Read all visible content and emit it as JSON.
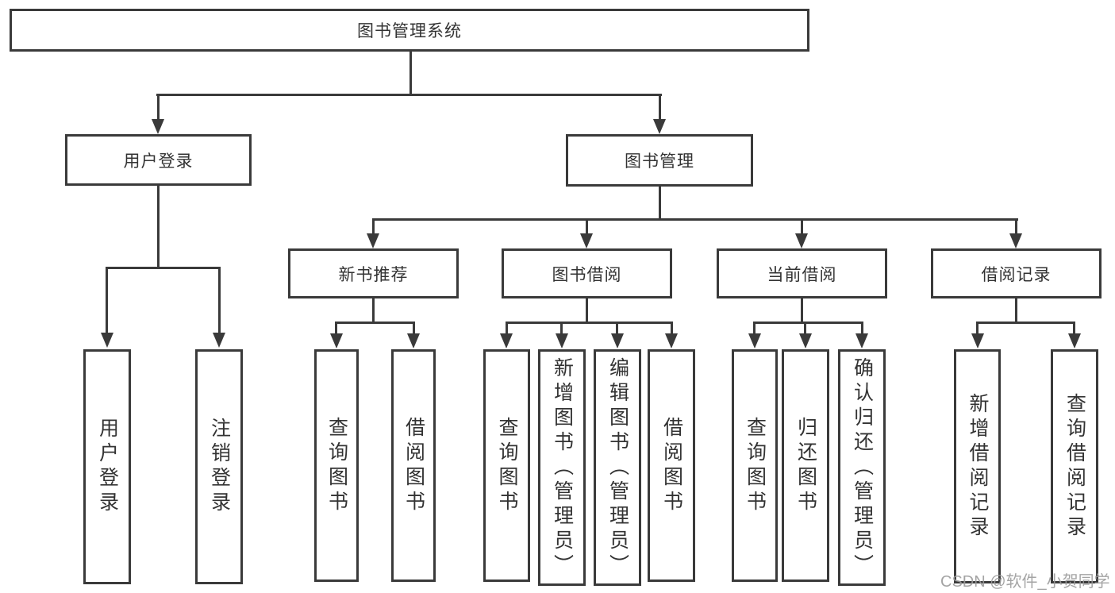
{
  "diagram": {
    "root": "图书管理系统",
    "level2": {
      "user_login": "用户登录",
      "book_mgmt": "图书管理"
    },
    "level3": {
      "new_books": "新书推荐",
      "book_borrow": "图书借阅",
      "current_borrow": "当前借阅",
      "borrow_records": "借阅记录"
    },
    "leaves": {
      "user_login": [
        "用户登录",
        "注销登录"
      ],
      "new_books": [
        "查询图书",
        "借阅图书"
      ],
      "book_borrow": [
        "查询图书",
        "新增图书（管理员）",
        "编辑图书（管理员）",
        "借阅图书"
      ],
      "current_borrow": [
        "查询图书",
        "归还图书",
        "确认归还（管理员）"
      ],
      "borrow_records": [
        "新增借阅记录",
        "查询借阅记录"
      ]
    }
  },
  "watermark": "CSDN @软件_小贺同学",
  "colors": {
    "line": "#3a3a3a",
    "text": "#333333",
    "watermark": "#9b9b9b",
    "background": "#ffffff"
  }
}
